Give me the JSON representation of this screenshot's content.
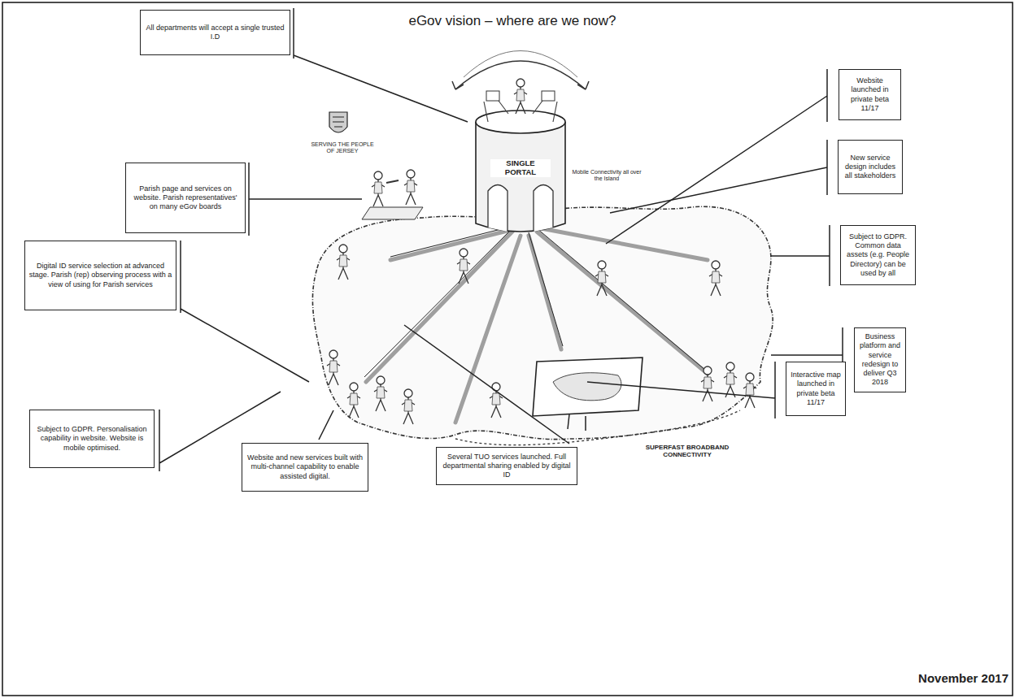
{
  "diagram": {
    "title": "eGov vision – where are we now?",
    "nodes": [
      {
        "text": [
          "All departments will accept a single trusted I.D"
        ]
      },
      {
        "text": [
          "Website launched in private beta 11/17"
        ]
      },
      {
        "text": [
          "New service design includes all stakeholders"
        ]
      },
      {
        "text": [
          "Parish page and services on website. Parish representatives' on many eGov boards"
        ]
      },
      {
        "text": [
          "Subject to GDPR. Common data assets (e.g. People Directory) can be used by all"
        ]
      },
      {
        "text": [
          "Digital ID service selection at advanced stage. Parish (rep) observing process with a view of using for Parish services"
        ]
      },
      {
        "text": [
          "Business platform and service redesign to deliver Q3 2018"
        ]
      },
      {
        "text": [
          "Interactive map launched in private beta 11/17"
        ]
      },
      {
        "text": [
          "Subject to GDPR. Personalisation capability in website. Website is mobile optimised."
        ]
      },
      {
        "text": [
          "Website and new services built with multi-channel capability to enable assisted digital."
        ]
      },
      {
        "text": [
          "Several TUO services launched. Full departmental sharing enabled by digital ID"
        ]
      }
    ],
    "labels": [
      "SERVING THE PEOPLE OF JERSEY",
      "SINGLE PORTAL",
      "Mobile Connectivity all over the Island",
      "SUPERFAST BROADBAND CONNECTIVITY",
      "November 2017"
    ]
  }
}
